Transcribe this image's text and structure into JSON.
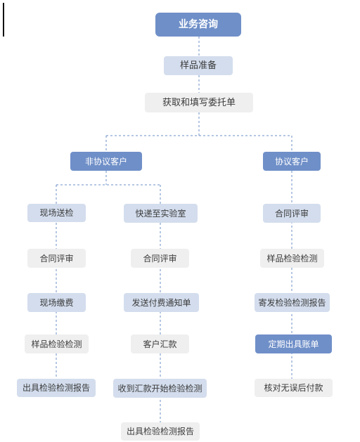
{
  "flowchart": {
    "title": "业务咨询",
    "sample_prep": "样品准备",
    "get_form": "获取和填写委托单",
    "non_agreement": {
      "label": "非协议客户",
      "onsite": {
        "steps": [
          "现场送检",
          "合同评审",
          "现场缴费",
          "样品检验检测",
          "出具检验检测报告"
        ]
      },
      "express": {
        "steps": [
          "快递至实验室",
          "合同评审",
          "发送付费通知单",
          "客户汇款",
          "收到汇款开始检验检测",
          "出具检验检测报告"
        ]
      }
    },
    "agreement": {
      "label": "协议客户",
      "steps": [
        "合同评审",
        "样品检验检测",
        "寄发检验检测报告",
        "定期出具账单",
        "核对无误后付款"
      ]
    }
  }
}
